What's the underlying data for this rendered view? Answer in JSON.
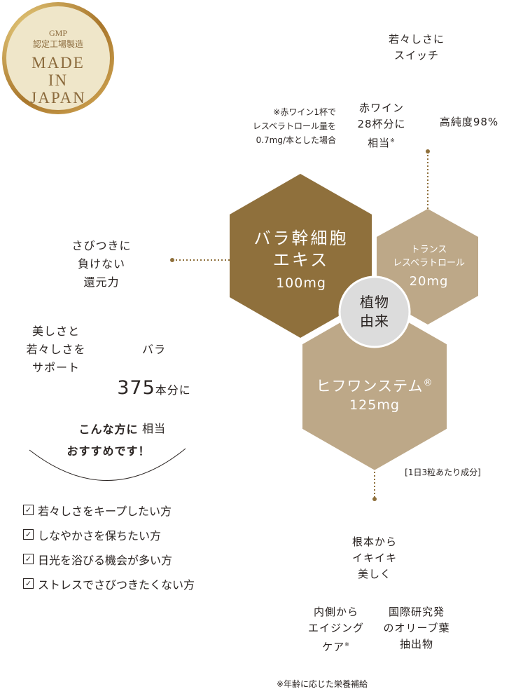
{
  "badge": {
    "line1": "GMP",
    "line2": "認定工場製造",
    "line3": "MADE",
    "line4": "IN",
    "line5": "JAPAN"
  },
  "top_right": "若々しさに\nスイッチ",
  "note_wine": "※赤ワイン1杯で\nレスベラトロール量を\n0.7mg/本とした場合",
  "wine_equiv": "赤ワイン\n28杯分に\n相当",
  "wine_mark": "※",
  "purity": "高純度98%",
  "left_claim": "さびつきに\n負けない\n還元力",
  "support": "美しさと\n若々しさを\nサポート",
  "rose_top": "バラ",
  "rose_num": "375",
  "rose_rest": "本分に",
  "rose_bottom": "相当",
  "hex1": {
    "name": "バラ幹細胞\nエキス",
    "amount": "100mg"
  },
  "hex2": {
    "name": "トランス\nレスベラトロール",
    "amount": "20mg"
  },
  "hex3": {
    "name": "ヒフワンステム",
    "reg": "®",
    "amount": "125mg"
  },
  "center": "植物\n由来",
  "dose_note": "[1日3粒あたり成分]",
  "root": "根本から\nイキイキ\n美しく",
  "inner": "内側から\nエイジング\nケア",
  "inner_mark": "※",
  "olive": "国際研究発\nのオリーブ葉\n抽出物",
  "footnote": "※年齢に応じた栄養補給",
  "recommend_title": "こんな方に\nおすすめです！",
  "checklist": [
    "若々しさをキープしたい方",
    "しなやかさを保ちたい方",
    "日光を浴びる機会が多い方",
    "ストレスでさびつきたくない方"
  ],
  "colors": {
    "dark": "#8f703c",
    "light": "#bda888",
    "circle": "#dcdcdc"
  }
}
